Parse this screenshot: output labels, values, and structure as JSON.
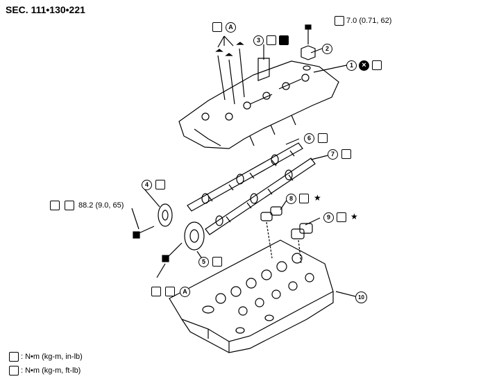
{
  "section": "SEC. 111•130•221",
  "callouts": {
    "c1": "1",
    "c2": "2",
    "c3": "3",
    "c4": "4",
    "c5": "5",
    "c6": "6",
    "c7": "7",
    "c8": "8",
    "c9": "9",
    "c10": "10"
  },
  "symbol_a": "A",
  "torque_top": "7.0 (0.71, 62)",
  "torque_left": "88.2 (9.0, 65)",
  "star": "★",
  "legend": {
    "inlb": ": N•m (kg-m, in-lb)",
    "ftlb": ": N•m (kg-m, ft-lb)"
  },
  "icons": [
    "torque-wrench-icon",
    "oil-can-icon",
    "do-not-reuse-icon",
    "sealant-icon"
  ]
}
